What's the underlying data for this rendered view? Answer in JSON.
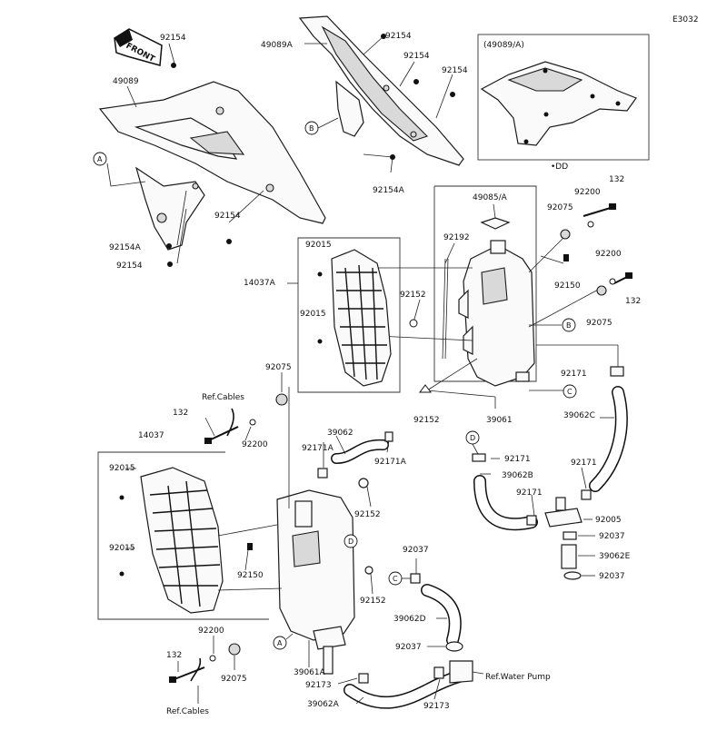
{
  "diagram": {
    "page_code": "E3032",
    "front_arrow": "FRONT",
    "inset_title": "(49089/A)",
    "inset_note": "•DD",
    "callouts": [
      "A",
      "B",
      "C",
      "D"
    ],
    "labels": {
      "l92154_a": "92154",
      "l49089": "49089",
      "l92154A_a": "92154A",
      "l92154_b": "92154",
      "l92154_c": "92154",
      "l49089A": "49089A",
      "l92154_d": "92154",
      "l92154_e": "92154",
      "l92154_f": "92154",
      "l92154A_b": "92154A",
      "l49085": "49085/A",
      "l92200_a": "92200",
      "l132_a": "132",
      "l92075_a": "92075",
      "l92192": "92192",
      "l92015_a": "92015",
      "l14037A": "14037A",
      "l92152_a": "92152",
      "l92150_a": "92150",
      "l92200_b": "92200",
      "l132_b": "132",
      "l92015_b": "92015",
      "l92075_b": "92075",
      "l92171_a": "92171",
      "l92152_b": "92152",
      "l39061": "39061",
      "l39062C": "39062C",
      "l92075_c": "92075",
      "l_refcables_a": "Ref.Cables",
      "l132_c": "132",
      "l92200_c": "92200",
      "l39062": "39062",
      "l92171A_a": "92171A",
      "l92171A_b": "92171A",
      "l14037": "14037",
      "l92015_c": "92015",
      "l92015_d": "92015",
      "l92152_c": "92152",
      "l92150_b": "92150",
      "l92152_d": "92152",
      "l92171_b": "92171",
      "l39062B": "39062B",
      "l92171_c": "92171",
      "l92171_d": "92171",
      "l92005": "92005",
      "l92037_a": "92037",
      "l39062E": "39062E",
      "l92037_b": "92037",
      "l92037_c": "92037",
      "l39062D": "39062D",
      "l92037_d": "92037",
      "l92200_d": "92200",
      "l132_d": "132",
      "l92075_d": "92075",
      "l_refcables_b": "Ref.Cables",
      "l39061A": "39061A",
      "l92173_a": "92173",
      "l39062A": "39062A",
      "l92173_b": "92173",
      "l_refpump": "Ref.Water Pump"
    }
  }
}
